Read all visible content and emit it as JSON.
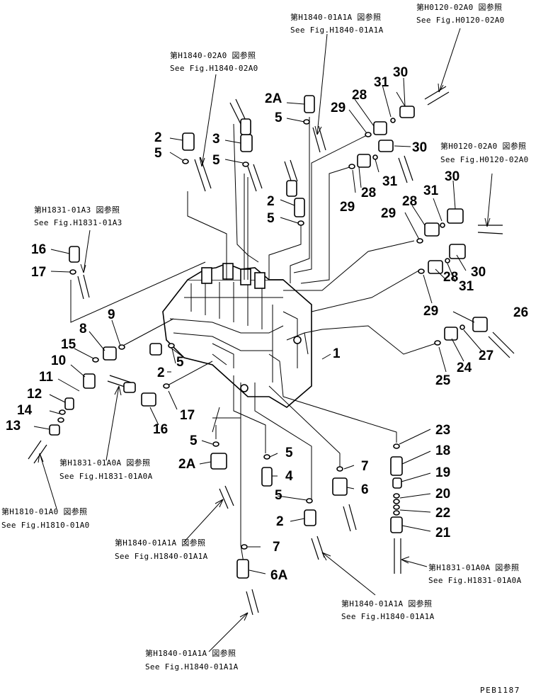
{
  "callouts": {
    "c1": "1",
    "c2a": "2",
    "c2b": "2",
    "c2c": "2",
    "c2d": "2",
    "c2A_a": "2A",
    "c2A_b": "2A",
    "c3": "3",
    "c4": "4",
    "c5a": "5",
    "c5b": "5",
    "c5c": "5",
    "c5d": "5",
    "c5e": "5",
    "c5f": "5",
    "c5g": "5",
    "c5h": "5",
    "c6": "6",
    "c6A": "6A",
    "c7a": "7",
    "c7b": "7",
    "c8": "8",
    "c9": "9",
    "c10": "10",
    "c11": "11",
    "c12": "12",
    "c13": "13",
    "c14": "14",
    "c15": "15",
    "c16a": "16",
    "c16b": "16",
    "c17a": "17",
    "c17b": "17",
    "c18": "18",
    "c19": "19",
    "c20": "20",
    "c21": "21",
    "c22": "22",
    "c23": "23",
    "c24": "24",
    "c25": "25",
    "c26": "26",
    "c27": "27",
    "c28a": "28",
    "c28b": "28",
    "c28c": "28",
    "c28d": "28",
    "c29a": "29",
    "c29b": "29",
    "c29c": "29",
    "c29d": "29",
    "c30a": "30",
    "c30b": "30",
    "c30c": "30",
    "c30d": "30",
    "c31a": "31",
    "c31b": "31",
    "c31c": "31",
    "c31d": "31"
  },
  "references": {
    "r1_jp": "第H1840-01A1A 図参照",
    "r1_en": "See Fig.H1840-01A1A",
    "r2_jp": "第H0120-02A0 図参照",
    "r2_en": "See Fig.H0120-02A0",
    "r3_jp": "第H1840-02A0 図参照",
    "r3_en": "See Fig.H1840-02A0",
    "r4_jp": "第H0120-02A0 図参照",
    "r4_en": "See Fig.H0120-02A0",
    "r5_jp": "第H1831-01A3 図参照",
    "r5_en": "See Fig.H1831-01A3",
    "r6_jp": "第H1831-01A0A 図参照",
    "r6_en": "See Fig.H1831-01A0A",
    "r7_jp": "第H1810-01A0 図参照",
    "r7_en": "See Fig.H1810-01A0",
    "r8_jp": "第H1840-01A1A 図参照",
    "r8_en": "See Fig.H1840-01A1A",
    "r9_jp": "第H1831-01A0A 図参照",
    "r9_en": "See Fig.H1831-01A0A",
    "r10_jp": "第H1840-01A1A 図参照",
    "r10_en": "See Fig.H1840-01A1A",
    "r11_jp": "第H1840-01A1A 図参照",
    "r11_en": "See Fig.H1840-01A1A"
  },
  "drawing_code": "PEB1187"
}
